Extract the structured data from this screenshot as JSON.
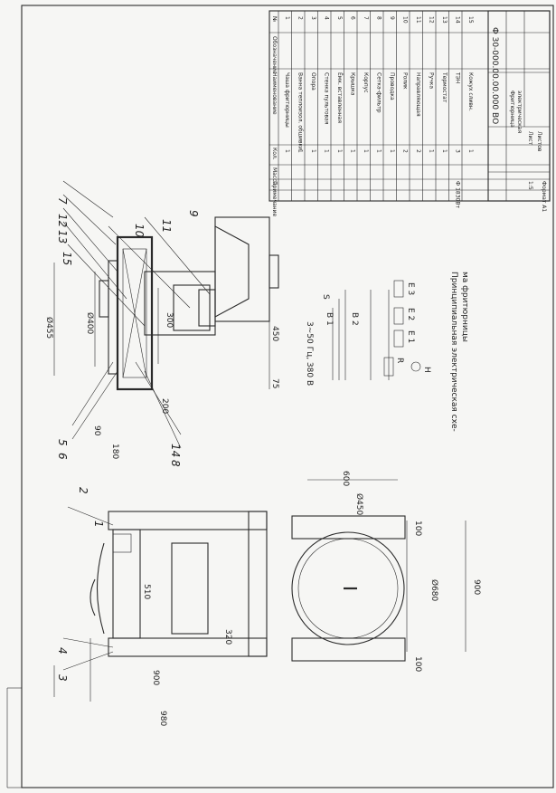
{
  "callouts": [
    "7",
    "12",
    "13",
    "15",
    "10",
    "11",
    "9",
    "5",
    "6",
    "14",
    "8",
    "1",
    "2",
    "3",
    "4"
  ],
  "dimensions": {
    "d455": "Ø455",
    "d400": "Ø400",
    "d300": "300",
    "d200": "200",
    "d450": "450",
    "d75": "75",
    "d90": "90",
    "d180": "180",
    "d510": "510",
    "d320": "320",
    "d900h": "900",
    "d980": "980",
    "d600": "600",
    "d450b": "Ø450",
    "d100a": "100",
    "d100b": "100",
    "d680": "Ø680",
    "d900w": "900"
  },
  "schematic": {
    "supply": "3~50 Гц, 380 В",
    "labels": [
      "S",
      "В 1",
      "В 2",
      "Е 1",
      "Е 2",
      "Е 3",
      "R",
      "H"
    ],
    "caption_line1": "Принципиальная электрическая схе-",
    "caption_line2": "ма фритюрницы"
  },
  "bom": {
    "headers": [
      "№",
      "Обозначение",
      "Наименование",
      "Кол.",
      "Масса",
      "Примечание"
    ],
    "rows": [
      {
        "n": "1",
        "name": "Чаша фритюрницы",
        "qty": "1",
        "note": ""
      },
      {
        "n": "2",
        "name": "Ванна теплоизол. обшивки",
        "qty": "1",
        "note": ""
      },
      {
        "n": "3",
        "name": "Опора",
        "qty": "1",
        "note": ""
      },
      {
        "n": "4",
        "name": "Стенка пультовая",
        "qty": "1",
        "note": ""
      },
      {
        "n": "5",
        "name": "Ёмк. вставленная",
        "qty": "1",
        "note": ""
      },
      {
        "n": "6",
        "name": "Крышка",
        "qty": "1",
        "note": ""
      },
      {
        "n": "7",
        "name": "Корпус",
        "qty": "1",
        "note": ""
      },
      {
        "n": "8",
        "name": "Сетка-фильтр",
        "qty": "1",
        "note": ""
      },
      {
        "n": "9",
        "name": "Проводка",
        "qty": "1",
        "note": ""
      },
      {
        "n": "10",
        "name": "Ролик",
        "qty": "2",
        "note": ""
      },
      {
        "n": "11",
        "name": "Направляющая",
        "qty": "2",
        "note": ""
      },
      {
        "n": "12",
        "name": "Ручка",
        "qty": "1",
        "note": ""
      },
      {
        "n": "13",
        "name": "Термостат",
        "qty": "1",
        "note": ""
      },
      {
        "n": "14",
        "name": "ТЭН",
        "qty": "3",
        "note": "Ф 1830Вт"
      },
      {
        "n": "15",
        "name": "Кожух сливн.",
        "qty": "1",
        "note": ""
      }
    ]
  },
  "title_block": {
    "code": "Ф 30-000.00.00.000 ВО",
    "name_line1": "Фритюрница",
    "name_line2": "электрическая",
    "sheet": "Лист",
    "sheets": "Листов",
    "scale": "1:5",
    "format": "Формат А1"
  }
}
